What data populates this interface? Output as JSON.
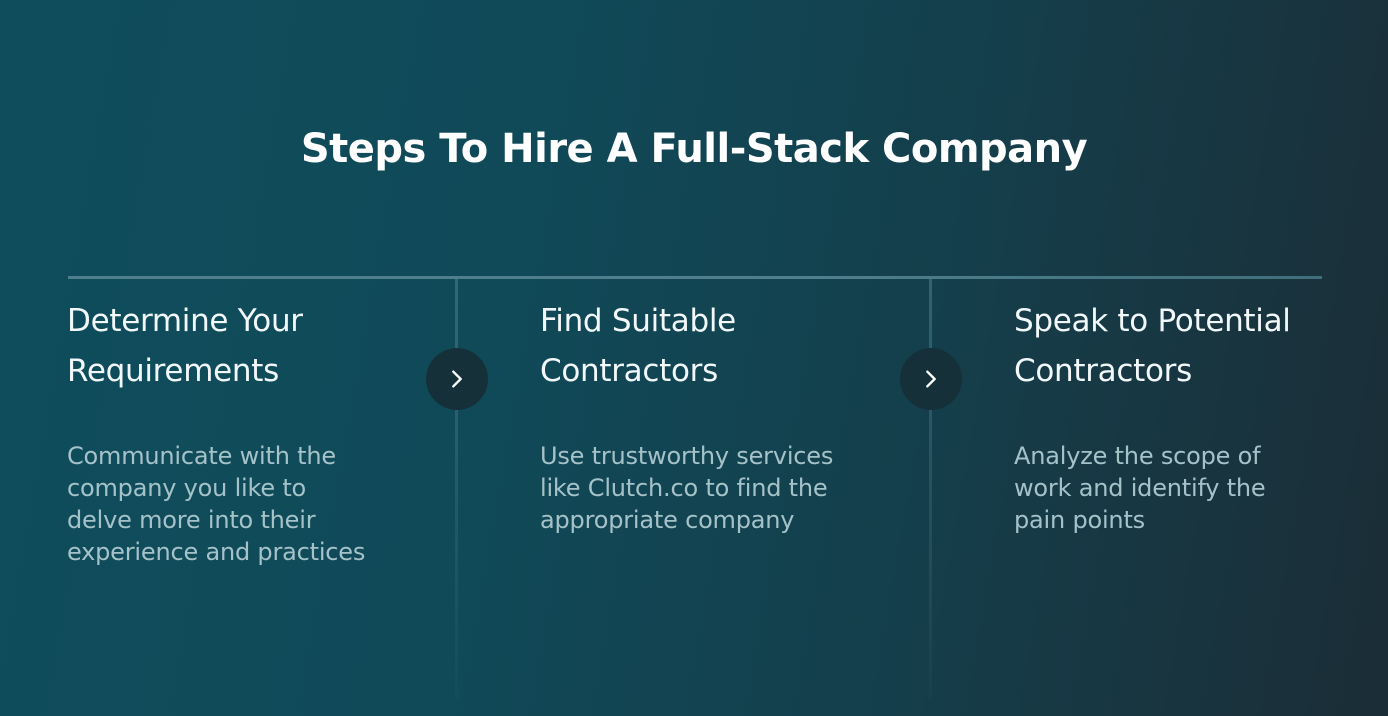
{
  "title": "Steps To Hire A Full-Stack Company",
  "steps": [
    {
      "title_line1": "Determine Your",
      "title_line2": "Requirements",
      "description": "Communicate with the company you like to delve more into their experience and practices"
    },
    {
      "title_line1": "Find Suitable",
      "title_line2": "Contractors",
      "description": "Use trustworthy services like Clutch.co to find the appropriate company"
    },
    {
      "title_line1": "Speak to Potential",
      "title_line2": "Contractors",
      "description": "Analyze the scope of work and identify the pain points"
    }
  ],
  "arrows": [
    {
      "icon": "chevron-right-icon"
    },
    {
      "icon": "chevron-right-icon"
    }
  ],
  "colors": {
    "background_start": "#0f4d5c",
    "background_end": "#1b2d36",
    "divider": "#4f7f8c",
    "arrow_bg": "#16303a",
    "title": "#ffffff",
    "description": "#a6c2c9"
  }
}
